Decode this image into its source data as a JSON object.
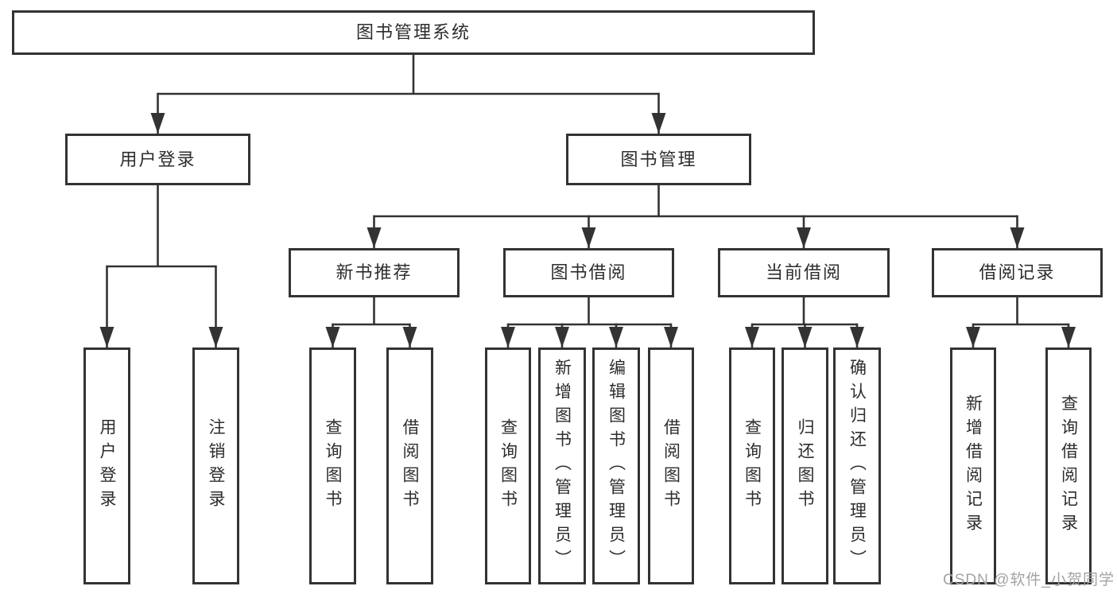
{
  "watermark": {
    "text": "CSDN @软件_小贺同学"
  },
  "colors": {
    "line": "#333333",
    "box_border": "#333333",
    "box_background": "#ffffff",
    "text": "#2d2d2d",
    "watermark": "#a3a3a3"
  },
  "nodes": [
    {
      "id": "root",
      "label": "图书管理系统",
      "parent": null,
      "orientation": "horizontal"
    },
    {
      "id": "user-login-branch",
      "label": "用户登录",
      "parent": "root",
      "orientation": "horizontal"
    },
    {
      "id": "book-management",
      "label": "图书管理",
      "parent": "root",
      "orientation": "horizontal"
    },
    {
      "id": "new-book-recommend",
      "label": "新书推荐",
      "parent": "book-management",
      "orientation": "horizontal"
    },
    {
      "id": "book-borrow",
      "label": "图书借阅",
      "parent": "book-management",
      "orientation": "horizontal"
    },
    {
      "id": "current-borrow",
      "label": "当前借阅",
      "parent": "book-management",
      "orientation": "horizontal"
    },
    {
      "id": "borrow-records",
      "label": "借阅记录",
      "parent": "book-management",
      "orientation": "horizontal"
    },
    {
      "id": "leaf-user-login",
      "label": "用户登录",
      "parent": "user-login-branch",
      "orientation": "vertical"
    },
    {
      "id": "leaf-logout",
      "label": "注销登录",
      "parent": "user-login-branch",
      "orientation": "vertical"
    },
    {
      "id": "leaf-query-book-1",
      "label": "查询图书",
      "parent": "new-book-recommend",
      "orientation": "vertical"
    },
    {
      "id": "leaf-borrow-book-1",
      "label": "借阅图书",
      "parent": "new-book-recommend",
      "orientation": "vertical"
    },
    {
      "id": "leaf-query-book-2",
      "label": "查询图书",
      "parent": "book-borrow",
      "orientation": "vertical"
    },
    {
      "id": "leaf-add-book",
      "label": "新增图书（管理员）",
      "parent": "book-borrow",
      "orientation": "vertical"
    },
    {
      "id": "leaf-edit-book",
      "label": "编辑图书（管理员）",
      "parent": "book-borrow",
      "orientation": "vertical"
    },
    {
      "id": "leaf-borrow-book-2",
      "label": "借阅图书",
      "parent": "book-borrow",
      "orientation": "vertical"
    },
    {
      "id": "leaf-query-book-3",
      "label": "查询图书",
      "parent": "current-borrow",
      "orientation": "vertical"
    },
    {
      "id": "leaf-return-book",
      "label": "归还图书",
      "parent": "current-borrow",
      "orientation": "vertical"
    },
    {
      "id": "leaf-confirm-return",
      "label": "确认归还（管理员）",
      "parent": "current-borrow",
      "orientation": "vertical"
    },
    {
      "id": "leaf-add-borrow-record",
      "label": "新增借阅记录",
      "parent": "borrow-records",
      "orientation": "vertical"
    },
    {
      "id": "leaf-query-borrow-record",
      "label": "查询借阅记录",
      "parent": "borrow-records",
      "orientation": "vertical"
    }
  ]
}
